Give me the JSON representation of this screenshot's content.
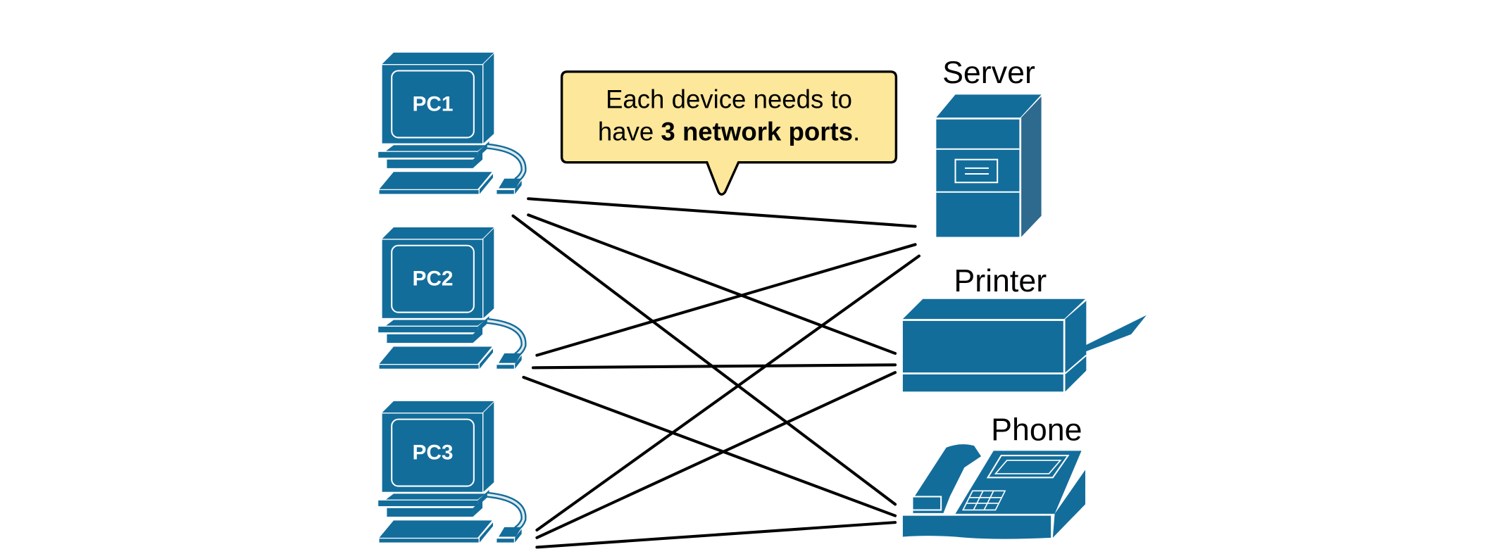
{
  "colors": {
    "device": "#136d9b",
    "device_side": "#2e6a8e",
    "callout_fill": "#fde79a",
    "line": "#000000"
  },
  "devices": {
    "pc1": {
      "label": "PC1"
    },
    "pc2": {
      "label": "PC2"
    },
    "pc3": {
      "label": "PC3"
    },
    "server": {
      "label": "Server"
    },
    "printer": {
      "label": "Printer"
    },
    "phone": {
      "label": "Phone"
    }
  },
  "callout": {
    "line1": "Each device needs to",
    "line2_prefix": "have ",
    "line2_bold": "3 network ports",
    "line2_suffix": "."
  },
  "connections": [
    {
      "from": "pc1",
      "to": "server"
    },
    {
      "from": "pc1",
      "to": "printer"
    },
    {
      "from": "pc1",
      "to": "phone"
    },
    {
      "from": "pc2",
      "to": "server"
    },
    {
      "from": "pc2",
      "to": "printer"
    },
    {
      "from": "pc2",
      "to": "phone"
    },
    {
      "from": "pc3",
      "to": "server"
    },
    {
      "from": "pc3",
      "to": "printer"
    },
    {
      "from": "pc3",
      "to": "phone"
    }
  ]
}
